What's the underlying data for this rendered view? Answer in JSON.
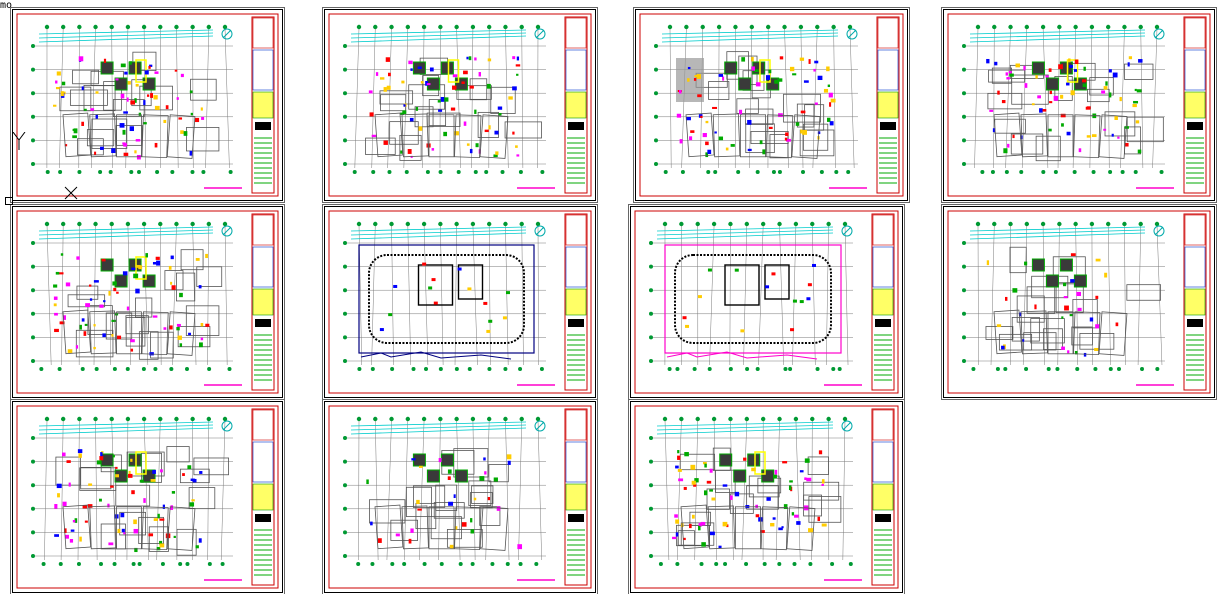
{
  "viewport": {
    "corner_label": "mo"
  },
  "colors": {
    "sheet_border": "#000000",
    "inner_frame": "#cc0000",
    "grid_line": "#00cccc",
    "grid_bubble": "#009933",
    "wall": "#555555",
    "title_block_border": "#cc0000",
    "title_block_fill": "#ffff66",
    "highlight_magenta": "#ff00cc",
    "navy_outline": "#000080",
    "stair_yellow": "#ffff00"
  },
  "sheets": [
    {
      "id": "sheet-1",
      "variant": "floor-plan",
      "selected": true
    },
    {
      "id": "sheet-2",
      "variant": "floor-plan",
      "selected": false
    },
    {
      "id": "sheet-3",
      "variant": "floor-plan-hatched",
      "selected": false
    },
    {
      "id": "sheet-4",
      "variant": "floor-plan",
      "selected": false
    },
    {
      "id": "sheet-5",
      "variant": "floor-plan",
      "selected": false
    },
    {
      "id": "sheet-6",
      "variant": "basement-navy",
      "selected": false
    },
    {
      "id": "sheet-7",
      "variant": "basement-magenta",
      "selected": false
    },
    {
      "id": "sheet-8",
      "variant": "floor-plan-sparse",
      "selected": false
    },
    {
      "id": "sheet-9",
      "variant": "floor-plan",
      "selected": false
    },
    {
      "id": "sheet-10",
      "variant": "floor-plan-sparse",
      "selected": false
    },
    {
      "id": "sheet-11",
      "variant": "floor-plan",
      "selected": false
    }
  ]
}
